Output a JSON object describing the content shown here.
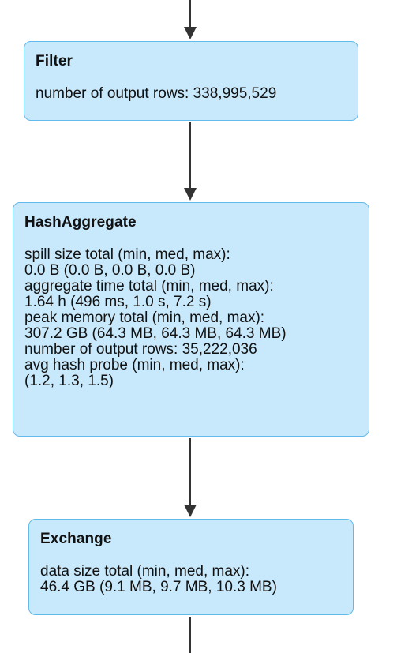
{
  "diagram": {
    "nodes": [
      {
        "title": "Filter",
        "lines": [
          "number of output rows: 338,995,529"
        ]
      },
      {
        "title": "HashAggregate",
        "lines": [
          "spill size total (min, med, max):",
          "0.0 B (0.0 B, 0.0 B, 0.0 B)",
          "aggregate time total (min, med, max):",
          "1.64 h (496 ms, 1.0 s, 7.2 s)",
          "peak memory total (min, med, max):",
          "307.2 GB (64.3 MB, 64.3 MB, 64.3 MB)",
          "number of output rows: 35,222,036",
          "avg hash probe (min, med, max):",
          "(1.2, 1.3, 1.5)"
        ]
      },
      {
        "title": "Exchange",
        "lines": [
          "data size total (min, med, max):",
          "46.4 GB (9.1 MB, 9.7 MB, 10.3 MB)"
        ]
      }
    ],
    "colors": {
      "node_fill": "#c8e8fb",
      "node_border": "#62b9ec",
      "edge": "#333333"
    }
  }
}
